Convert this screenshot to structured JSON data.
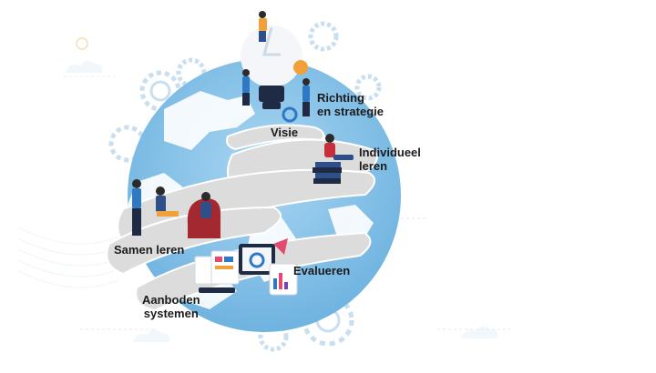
{
  "stages": {
    "visie": "Visie",
    "richting": [
      "Richting",
      "en strategie"
    ],
    "individueel": [
      "Individueel",
      "leren"
    ],
    "samen": "Samen leren",
    "evalueren": "Evalueren",
    "aanboden": [
      "Aanboden",
      "systemen"
    ]
  },
  "colors": {
    "globe_ocean": "#8cc6ea",
    "globe_land": "#ffffff",
    "path_ribbon": "#dcdcdc",
    "gear": "#c9dff0",
    "accent_orange": "#f2a03a",
    "accent_red": "#c62e3c",
    "accent_blue": "#2f78c4"
  },
  "icons": [
    "gear-icon",
    "cloud-icon",
    "lightbulb-icon",
    "books-icon",
    "armchair-icon",
    "monitor-icon",
    "chart-icon",
    "rocket-icon"
  ]
}
